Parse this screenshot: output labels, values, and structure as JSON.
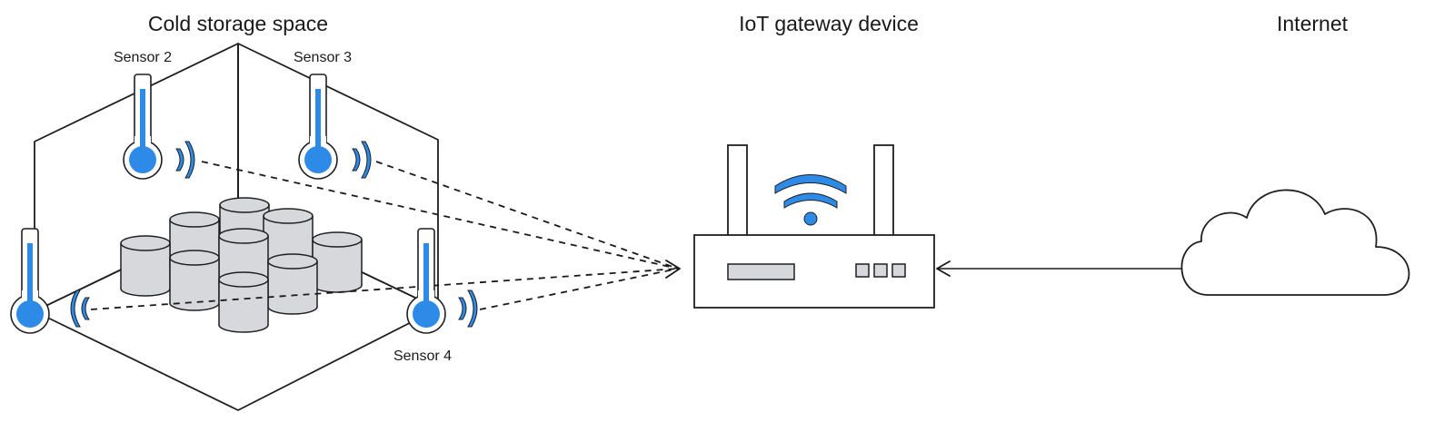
{
  "labels": {
    "cold_storage": "Cold storage space",
    "gateway": "IoT gateway device",
    "internet": "Internet",
    "sensor2": "Sensor 2",
    "sensor3": "Sensor 3",
    "sensor4": "Sensor 4"
  },
  "icons": {
    "thermometer": "thermometer-icon",
    "signal": "wireless-signal-icon",
    "wifi": "wifi-icon",
    "router": "router-icon",
    "cloud": "cloud-icon",
    "container": "storage-container-icon"
  },
  "colors": {
    "accent_blue": "#2d8ae6",
    "container_gray": "#d6d8dc",
    "outline": "#1f1f1f",
    "hatch": "#c8c8c8"
  }
}
